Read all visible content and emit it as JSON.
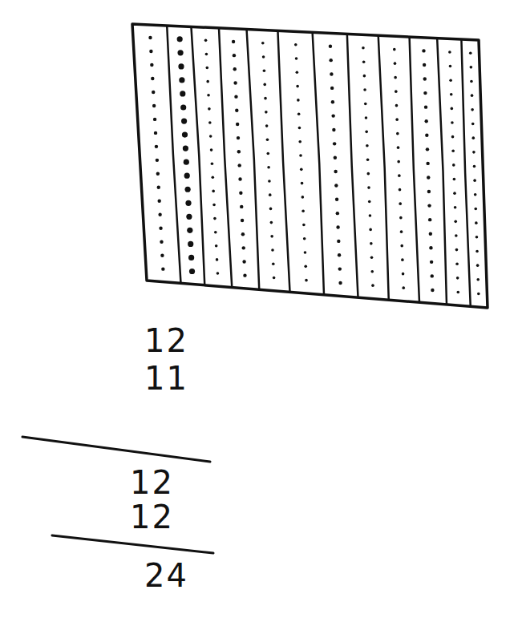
{
  "diagram": {
    "labels": [
      "12",
      "11",
      "12",
      "12",
      "24"
    ]
  }
}
